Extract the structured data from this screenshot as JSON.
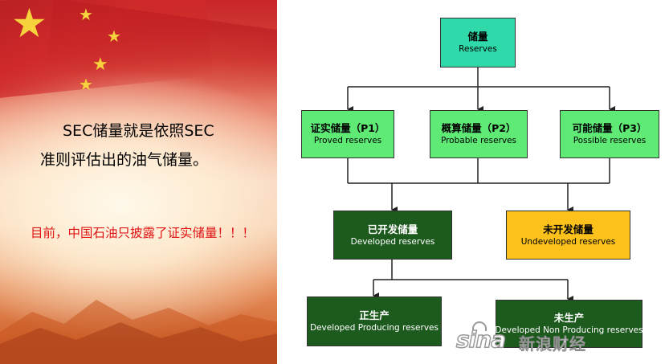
{
  "left_panel": {
    "text_line1": "SEC储量就是依照SEC",
    "text_line2": "准则评估出的油气储量。",
    "note": "目前，中国石油只披露了证实储量！！！"
  },
  "diagram": {
    "root": {
      "zh": "储量",
      "en": "Reserves"
    },
    "proved": {
      "zh": "证实储量（P1）",
      "en": "Proved reserves"
    },
    "probable": {
      "zh": "概算储量（P2）",
      "en": "Probable reserves"
    },
    "possible": {
      "zh": "可能储量（P3）",
      "en": "Possible reserves"
    },
    "developed": {
      "zh": "已开发储量",
      "en": "Developed reserves"
    },
    "undeveloped": {
      "zh": "未开发储量",
      "en": "Undeveloped reserves"
    },
    "producing": {
      "zh": "正生产",
      "en": "Developed Producing reserves"
    },
    "non_producing": {
      "zh": "未生产",
      "en": "Developed Non Producing reserves"
    }
  },
  "watermark": {
    "logo": "sina",
    "text": "新浪财经"
  },
  "colors": {
    "root": "#2fd9a9",
    "level1": "#5eea75",
    "developed": "#1d5a1d",
    "undeveloped": "#fcc21b",
    "note_text": "#e01414"
  }
}
